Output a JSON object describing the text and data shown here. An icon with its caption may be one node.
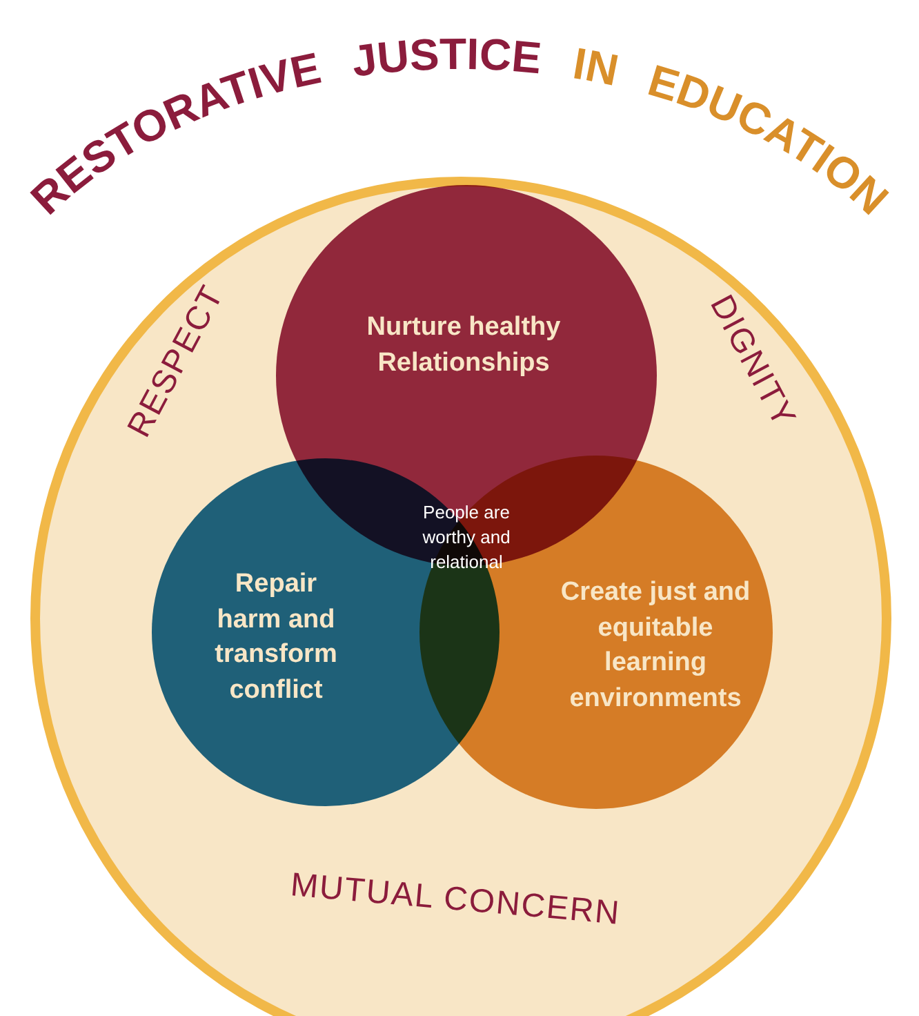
{
  "diagram": {
    "title": "RESTORATIVE JUSTICE IN EDUCATION",
    "nodes": [
      {
        "text": [
          "RESPECT",
          "DIGNITY",
          "MUTUAL CONCERN"
        ]
      },
      {
        "text": [
          "Nurture healthy Relationships"
        ],
        "in": 0
      },
      {
        "text": [
          "Repair harm and transform conflict"
        ],
        "in": 0
      },
      {
        "text": [
          "Create just and equitable learning environments"
        ],
        "in": 0
      }
    ],
    "labels": [
      "People are worthy and relational"
    ]
  }
}
